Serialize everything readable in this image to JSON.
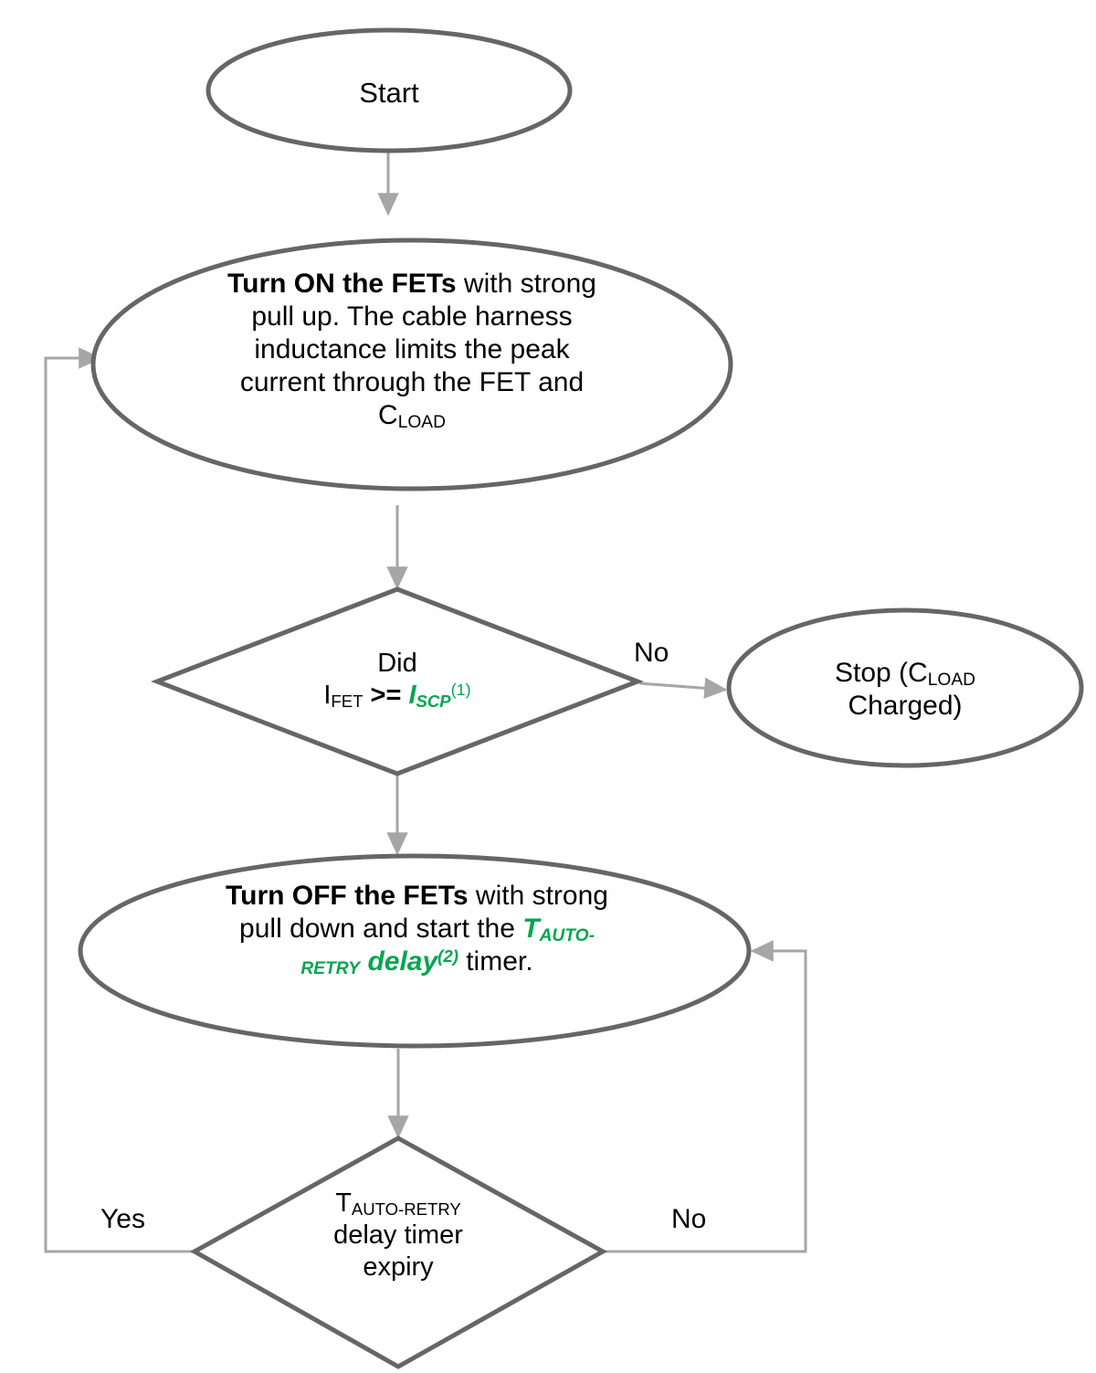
{
  "diagram": {
    "title": "Short-circuit protection auto-retry flowchart",
    "colors": {
      "shape_stroke": "#666666",
      "connector_stroke": "#a6a6a6",
      "accent_green": "#00a651",
      "text": "#000000",
      "background": "#ffffff"
    }
  },
  "nodes": {
    "start": {
      "shape": "ellipse",
      "label": "Start"
    },
    "turn_on": {
      "shape": "ellipse",
      "label_bold": "Turn ON the FETs",
      "label_rest": " with strong pull up. The cable harness inductance limits the peak current through the FET and C",
      "label_sub": "LOAD",
      "lines": [
        "Turn ON the FETs with",
        "strong pull up. The cable",
        "harness inductance limits",
        "the peak current through",
        "the FET and CLOAD"
      ]
    },
    "decision_iscp": {
      "shape": "diamond",
      "line1": "Did",
      "line2_prefix": "I",
      "line2_prefix_sub": "FET",
      "line2_op": " >= ",
      "line2_green": "I",
      "line2_green_sub": "SCP",
      "line2_green_sup": "(1)"
    },
    "stop": {
      "shape": "ellipse",
      "line1_prefix": "Stop (C",
      "line1_sub": "LOAD",
      "line2": "Charged)"
    },
    "turn_off": {
      "shape": "ellipse",
      "label_bold": "Turn OFF the FETs",
      "label_rest": " with strong pull down and start the ",
      "green_t": "T",
      "green_t_sub": "AUTO-RETRY",
      "green_delay": "delay",
      "green_delay_sup": "(2)",
      "label_tail": " timer.",
      "lines": [
        "Turn OFF the FETs with",
        "strong pull down and start",
        "the TAUTO-RETRY delay(2)",
        "timer."
      ]
    },
    "decision_timer": {
      "shape": "diamond",
      "line1_prefix": "T",
      "line1_sub": "AUTO-RETRY",
      "line2": "delay timer",
      "line3": "expiry"
    }
  },
  "edges": [
    {
      "from": "start",
      "to": "turn_on",
      "label": ""
    },
    {
      "from": "turn_on",
      "to": "decision_iscp",
      "label": ""
    },
    {
      "from": "decision_iscp",
      "to": "stop",
      "label": "No"
    },
    {
      "from": "decision_iscp",
      "to": "turn_off",
      "label": ""
    },
    {
      "from": "turn_off",
      "to": "decision_timer",
      "label": ""
    },
    {
      "from": "decision_timer",
      "to": "turn_on",
      "label": "Yes"
    },
    {
      "from": "decision_timer",
      "to": "turn_off",
      "label": "No"
    }
  ],
  "edge_labels": {
    "no_top": "No",
    "yes_bottom": "Yes",
    "no_bottom": "No"
  }
}
